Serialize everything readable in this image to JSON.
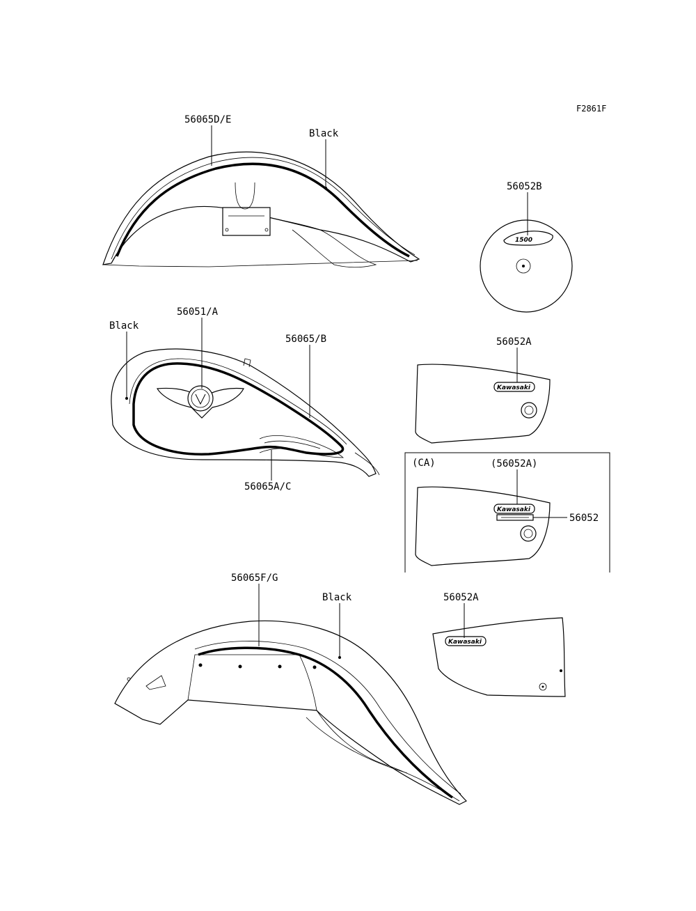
{
  "figure_code": "F2861F",
  "labels": {
    "front_fender_decal": "56065D/E",
    "front_fender_color": "Black",
    "emblem_1500": "56052B",
    "tank_color": "Black",
    "tank_emblem": "56051/A",
    "tank_stripe_upper": "56065/B",
    "tank_stripe_lower": "56065A/C",
    "side_cover_decal": "56052A",
    "ca_region": "(CA)",
    "ca_side_cover_decal": "(56052A)",
    "ca_extra_decal": "56052",
    "rear_fender_decal": "56065F/G",
    "rear_fender_color": "Black",
    "side_cover_decal_2": "56052A"
  },
  "decal_text": {
    "brand": "Kawasaki",
    "model": "1500"
  },
  "colors": {
    "line": "#000000",
    "background": "#ffffff"
  }
}
